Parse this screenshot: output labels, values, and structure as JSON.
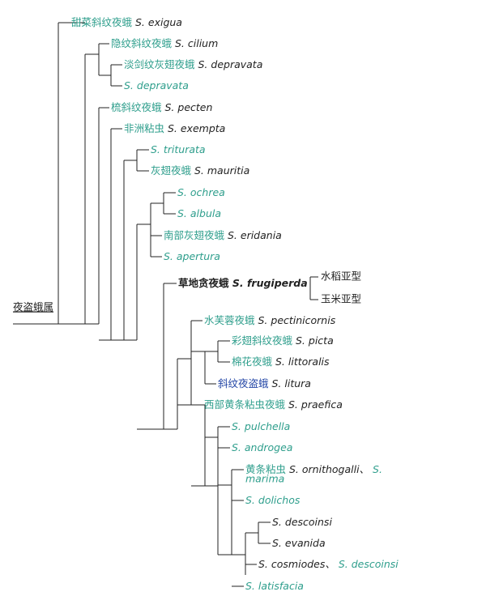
{
  "root": {
    "label": "夜盗蛾属"
  },
  "species": [
    {
      "id": "s1",
      "cn": "甜菜斜纹夜蛾",
      "sci": "S. exigua"
    },
    {
      "id": "s2",
      "cn": "隐纹斜纹夜蛾",
      "sci": "S. cilium"
    },
    {
      "id": "s3",
      "cn": "淡剑纹灰翅夜蛾",
      "sci": "S. depravata"
    },
    {
      "id": "s4",
      "cn": "",
      "sci": "S. depravata",
      "sci_color": "green"
    },
    {
      "id": "s5",
      "cn": "梳斜纹夜蛾",
      "sci": "S. pecten"
    },
    {
      "id": "s6",
      "cn": "非洲粘虫",
      "sci": "S. exempta"
    },
    {
      "id": "s7",
      "cn": "",
      "sci": "S. triturata",
      "sci_color": "green"
    },
    {
      "id": "s8",
      "cn": "灰翅夜蛾",
      "sci": "S. mauritia"
    },
    {
      "id": "s9",
      "cn": "",
      "sci": "S. ochrea",
      "sci_color": "green"
    },
    {
      "id": "s10",
      "cn": "",
      "sci": "S. albula",
      "sci_color": "green"
    },
    {
      "id": "s11",
      "cn": "南部灰翅夜蛾",
      "sci": "S. eridania"
    },
    {
      "id": "s12",
      "cn": "",
      "sci": "S. apertura",
      "sci_color": "green"
    },
    {
      "id": "s13",
      "cn": "草地贪夜蛾",
      "sci": "S. frugiperda",
      "bold": true
    },
    {
      "id": "s14",
      "cn": "水芙蓉夜蛾",
      "sci": "S. pectinicornis"
    },
    {
      "id": "s15",
      "cn": "彩翅斜纹夜蛾",
      "sci": "S. picta"
    },
    {
      "id": "s16",
      "cn": "棉花夜蛾",
      "sci": "S. littoralis"
    },
    {
      "id": "s17",
      "cn": "斜纹夜盗蛾",
      "sci": "S. litura",
      "cn_color": "blue"
    },
    {
      "id": "s18",
      "cn": "西部黄条粘虫夜蛾",
      "sci": "S. praefica"
    },
    {
      "id": "s19",
      "cn": "",
      "sci": "S. pulchella",
      "sci_color": "green"
    },
    {
      "id": "s20",
      "cn": "",
      "sci": "S. androgea",
      "sci_color": "green"
    },
    {
      "id": "s21",
      "cn": "黄条粘虫",
      "sci": "S. ornithogalli、",
      "extra": "S.",
      "line2": "marima"
    },
    {
      "id": "s22",
      "cn": "",
      "sci": "S. dolichos",
      "sci_color": "green"
    },
    {
      "id": "s23",
      "cn": "",
      "sci": "S. descoinsi"
    },
    {
      "id": "s24",
      "cn": "",
      "sci": "S. evanida"
    },
    {
      "id": "s25",
      "cn": "",
      "sci": "S. cosmiodes、",
      "extra": "S. descoinsi"
    },
    {
      "id": "s26",
      "cn": "",
      "sci": "S. latisfacia",
      "sci_color": "green"
    }
  ],
  "subspecies": [
    {
      "id": "ss1",
      "label": "水稻亚型"
    },
    {
      "id": "ss2",
      "label": "玉米亚型"
    }
  ],
  "colors": {
    "green": "#2e9e8c",
    "blue": "#2346a6",
    "line": "#222222"
  }
}
